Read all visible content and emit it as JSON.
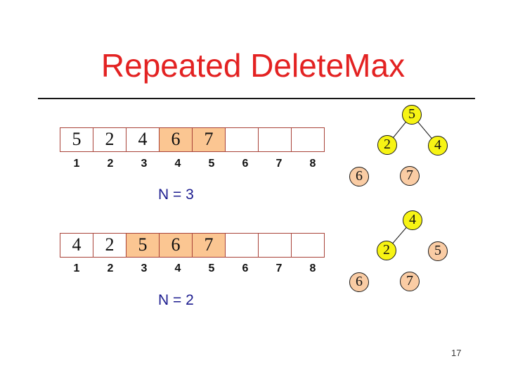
{
  "slide": {
    "title": "Repeated DeleteMax",
    "page_number": "17"
  },
  "colors": {
    "title_red": "#E32222",
    "label_navy": "#1C1C8F",
    "array_border_red": "#A84238",
    "highlight_peach": "#FBC692",
    "node_yellow": "#F7F414",
    "node_removed_peach": "#FACCA4"
  },
  "sections": [
    {
      "heap_size_label": "N = 3",
      "array": {
        "values": [
          "5",
          "2",
          "4",
          "6",
          "7",
          "",
          "",
          ""
        ],
        "highlighted_positions": [
          4,
          5
        ],
        "indices": [
          "1",
          "2",
          "3",
          "4",
          "5",
          "6",
          "7",
          "8"
        ]
      },
      "tree": {
        "nodes": [
          {
            "value": "5",
            "state": "in-heap"
          },
          {
            "value": "2",
            "state": "in-heap"
          },
          {
            "value": "4",
            "state": "in-heap"
          },
          {
            "value": "6",
            "state": "removed"
          },
          {
            "value": "7",
            "state": "removed"
          }
        ],
        "edges": [
          [
            "5",
            "2"
          ],
          [
            "5",
            "4"
          ]
        ]
      }
    },
    {
      "heap_size_label": "N = 2",
      "array": {
        "values": [
          "4",
          "2",
          "5",
          "6",
          "7",
          "",
          "",
          ""
        ],
        "highlighted_positions": [
          3,
          4,
          5
        ],
        "indices": [
          "1",
          "2",
          "3",
          "4",
          "5",
          "6",
          "7",
          "8"
        ]
      },
      "tree": {
        "nodes": [
          {
            "value": "4",
            "state": "in-heap"
          },
          {
            "value": "2",
            "state": "in-heap"
          },
          {
            "value": "5",
            "state": "removed"
          },
          {
            "value": "6",
            "state": "removed"
          },
          {
            "value": "7",
            "state": "removed"
          }
        ],
        "edges": [
          [
            "4",
            "2"
          ]
        ]
      }
    }
  ]
}
